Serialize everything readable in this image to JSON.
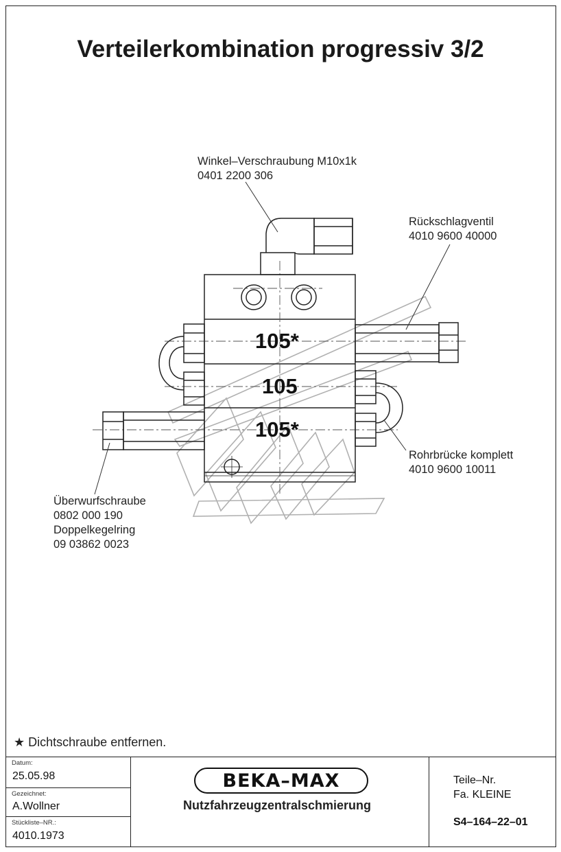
{
  "title": "Verteilerkombination progressiv 3/2",
  "labels": {
    "winkel": {
      "line1": "Winkel–Verschraubung M10x1k",
      "line2": "0401 2200 306"
    },
    "rueckschlag": {
      "line1": "Rückschlagventil",
      "line2": "4010 9600 40000"
    },
    "rohrbruecke": {
      "line1": "Rohrbrücke komplett",
      "line2": "4010 9600 10011"
    },
    "ueberwurf": {
      "line1": "Überwurfschraube",
      "line2": "0802 000 190",
      "line3": "Doppelkegelring",
      "line4": "09 03862 0023"
    }
  },
  "blocks": {
    "top": "105*",
    "middle": "105",
    "bottom": "105*"
  },
  "footnote": "★ Dichtschraube entfernen.",
  "title_block": {
    "datum_caption": "Datum:",
    "datum": "25.05.98",
    "gezeichnet_caption": "Gezeichnet:",
    "gezeichnet": "A.Wollner",
    "stueckliste_caption": "Stückliste–NR.:",
    "stueckliste": "4010.1973",
    "brand": "BEKA–MAX",
    "subtitle": "Nutzfahrzeugzentralschmierung",
    "teile_nr_label": "Teile–Nr.",
    "firma": "Fa. KLEINE",
    "drawing_number": "S4–164–22–01"
  },
  "colors": {
    "ink": "#222222",
    "watermark": "#b0b0b0"
  }
}
